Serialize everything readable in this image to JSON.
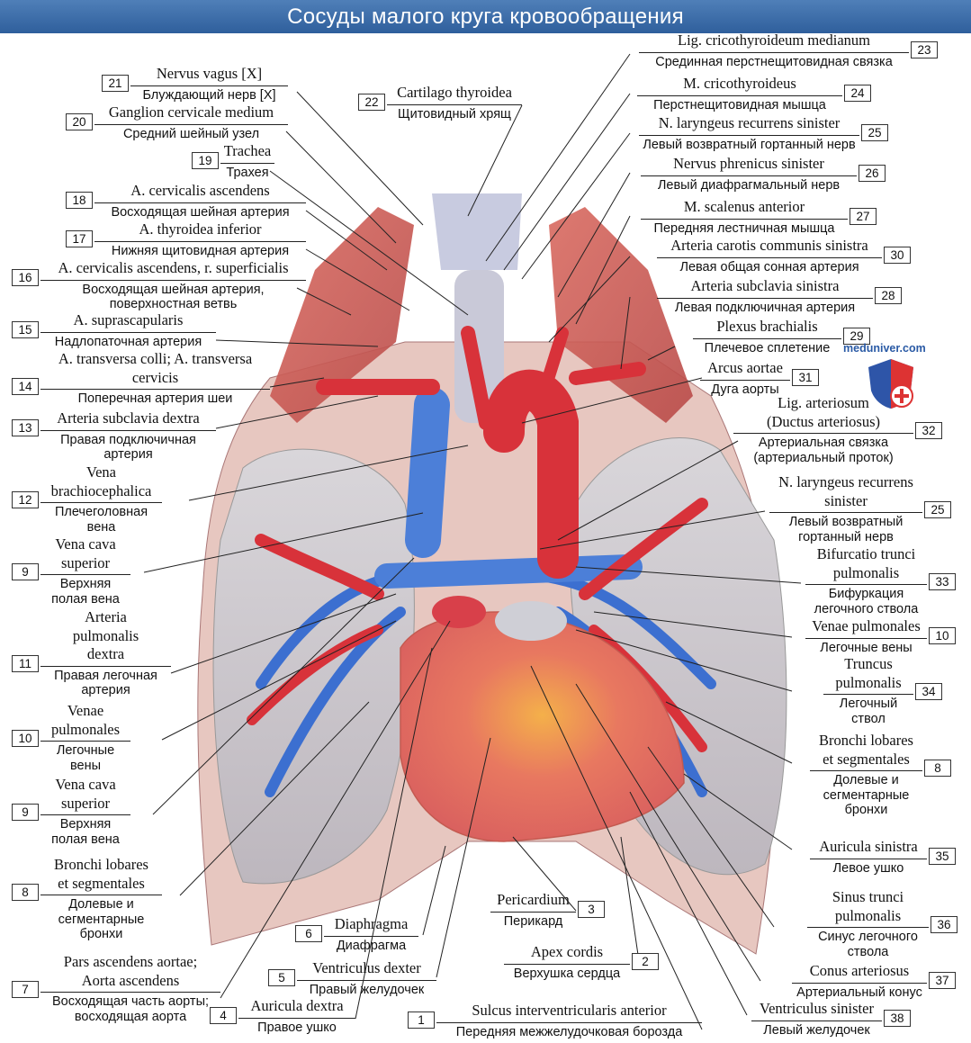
{
  "title": "Сосуды малого круга кровообращения",
  "brand": "meduniver.com",
  "labels": [
    {
      "num": "21",
      "lat": "Nervus vagus [X]",
      "ru": "Блуждающий нерв [X]"
    },
    {
      "num": "20",
      "lat": "Ganglion cervicale medium",
      "ru": "Средний шейный узел"
    },
    {
      "num": "19",
      "lat": "Trachea",
      "ru": "Трахея"
    },
    {
      "num": "18",
      "lat": "A. cervicalis ascendens",
      "ru": "Восходящая шейная артерия"
    },
    {
      "num": "17",
      "lat": "A. thyroidea inferior",
      "ru": "Нижняя щитовидная артерия"
    },
    {
      "num": "16",
      "lat": "A. cervicalis ascendens, r. superficialis",
      "ru": [
        "Восходящая шейная артерия,",
        "поверхностная ветвь"
      ]
    },
    {
      "num": "15",
      "lat": "A. suprascapularis",
      "ru": "Надлопаточная артерия"
    },
    {
      "num": "14",
      "lat": [
        "A. transversa colli; A. transversa",
        "cervicis"
      ],
      "ru": "Поперечная артерия шеи"
    },
    {
      "num": "13",
      "lat": "Arteria subclavia dextra",
      "ru": [
        "Правая подключичная",
        "артерия"
      ]
    },
    {
      "num": "12",
      "lat": [
        "Vena",
        "brachiocephalica"
      ],
      "ru": [
        "Плечеголовная",
        "вена"
      ]
    },
    {
      "num": "9",
      "lat": [
        "Vena cava",
        "superior"
      ],
      "ru": [
        "Верхняя",
        "полая вена"
      ]
    },
    {
      "num": "11",
      "lat": [
        "Arteria",
        "pulmonalis",
        "dextra"
      ],
      "ru": [
        "Правая легочная",
        "артерия"
      ]
    },
    {
      "num": "10",
      "lat": [
        "Venae",
        "pulmonales"
      ],
      "ru": [
        "Легочные",
        "вены"
      ]
    },
    {
      "num": "9",
      "lat": [
        "Vena cava",
        "superior"
      ],
      "ru": [
        "Верхняя",
        "полая вена"
      ]
    },
    {
      "num": "8",
      "lat": [
        "Bronchi lobares",
        "et segmentales"
      ],
      "ru": [
        "Долевые и",
        "сегментарные",
        "бронхи"
      ]
    },
    {
      "num": "7",
      "lat": [
        "Pars ascendens aortae;",
        "Aorta ascendens"
      ],
      "ru": [
        "Восходящая часть аорты;",
        "восходящая аорта"
      ]
    },
    {
      "num": "6",
      "lat": "Diaphragma",
      "ru": "Диафрагма"
    },
    {
      "num": "5",
      "lat": "Ventriculus dexter",
      "ru": "Правый желудочек"
    },
    {
      "num": "4",
      "lat": "Auricula dextra",
      "ru": "Правое ушко"
    },
    {
      "num": "22",
      "lat": "Cartilago thyroidea",
      "ru": "Щитовидный хрящ"
    },
    {
      "num": "3",
      "lat": "Pericardium",
      "ru": "Перикард"
    },
    {
      "num": "2",
      "lat": "Apex cordis",
      "ru": "Верхушка сердца"
    },
    {
      "num": "1",
      "lat": "Sulcus interventricularis anterior",
      "ru": "Передняя межжелудочковая борозда"
    },
    {
      "num": "23",
      "lat": "Lig. cricothyroideum medianum",
      "ru": "Срединная перстнещитовидная связка"
    },
    {
      "num": "24",
      "lat": "M. cricothyroideus",
      "ru": "Перстнещитовидная мышца"
    },
    {
      "num": "25",
      "lat": "N. laryngeus recurrens sinister",
      "ru": "Левый возвратный гортанный нерв"
    },
    {
      "num": "26",
      "lat": "Nervus phrenicus sinister",
      "ru": "Левый диафрагмальный нерв"
    },
    {
      "num": "27",
      "lat": "M. scalenus anterior",
      "ru": "Передняя лестничная мышца"
    },
    {
      "num": "30",
      "lat": "Arteria carotis communis sinistra",
      "ru": "Левая общая сонная артерия"
    },
    {
      "num": "28",
      "lat": "Arteria subclavia sinistra",
      "ru": "Левая подключичная артерия"
    },
    {
      "num": "29",
      "lat": "Plexus brachialis",
      "ru": "Плечевое сплетение"
    },
    {
      "num": "31",
      "lat": "Arcus aortae",
      "ru": "Дуга аорты"
    },
    {
      "num": "32",
      "lat": [
        "Lig. arteriosum",
        "(Ductus arteriosus)"
      ],
      "ru": [
        "Артериальная связка",
        "(артериальный проток)"
      ]
    },
    {
      "num": "25",
      "lat": [
        "N. laryngeus recurrens",
        "sinister"
      ],
      "ru": [
        "Левый возвратный",
        "гортанный нерв"
      ]
    },
    {
      "num": "33",
      "lat": [
        "Bifurcatio trunci",
        "pulmonalis"
      ],
      "ru": [
        "Бифуркация",
        "легочного ствола"
      ]
    },
    {
      "num": "10",
      "lat": "Venae pulmonales",
      "ru": "Легочные вены"
    },
    {
      "num": "34",
      "lat": [
        "Truncus",
        "pulmonalis"
      ],
      "ru": [
        "Легочный",
        "ствол"
      ]
    },
    {
      "num": "8",
      "lat": [
        "Bronchi lobares",
        "et segmentales"
      ],
      "ru": [
        "Долевые и",
        "сегментарные",
        "бронхи"
      ]
    },
    {
      "num": "35",
      "lat": "Auricula sinistra",
      "ru": "Левое ушко"
    },
    {
      "num": "36",
      "lat": [
        "Sinus trunci",
        "pulmonalis"
      ],
      "ru": [
        "Синус легочного",
        "ствола"
      ]
    },
    {
      "num": "37",
      "lat": "Conus arteriosus",
      "ru": "Артериальный конус"
    },
    {
      "num": "38",
      "lat": "Ventriculus sinister",
      "ru": "Левый желудочек"
    }
  ]
}
